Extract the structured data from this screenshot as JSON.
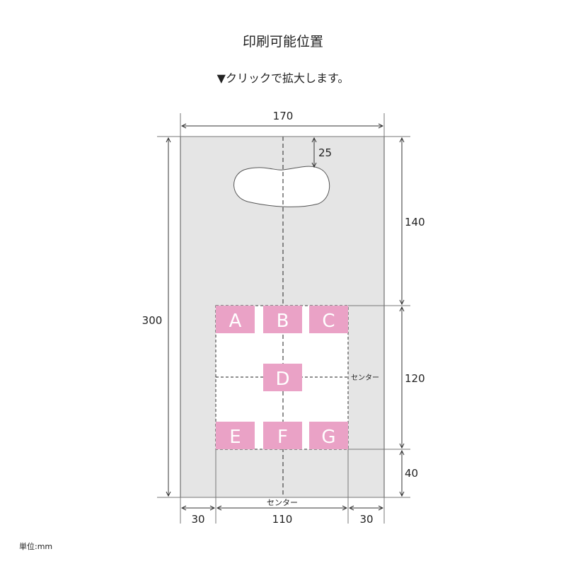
{
  "title": "印刷可能位置",
  "subtitle": "▼クリックで拡大します。",
  "unit": "単位:mm",
  "dimensions": {
    "width": "170",
    "height": "300",
    "handle_offset": "25",
    "top_to_print": "140",
    "print_height": "120",
    "bottom_margin": "40",
    "left_margin": "30",
    "print_width": "110",
    "right_margin": "30",
    "center_label_bottom": "センター",
    "center_label_right": "センター"
  },
  "positions": [
    "A",
    "B",
    "C",
    "D",
    "E",
    "F",
    "G"
  ],
  "colors": {
    "bag": "#e5e5e5",
    "print_box": "#eaa2c6",
    "line": "#333333"
  }
}
